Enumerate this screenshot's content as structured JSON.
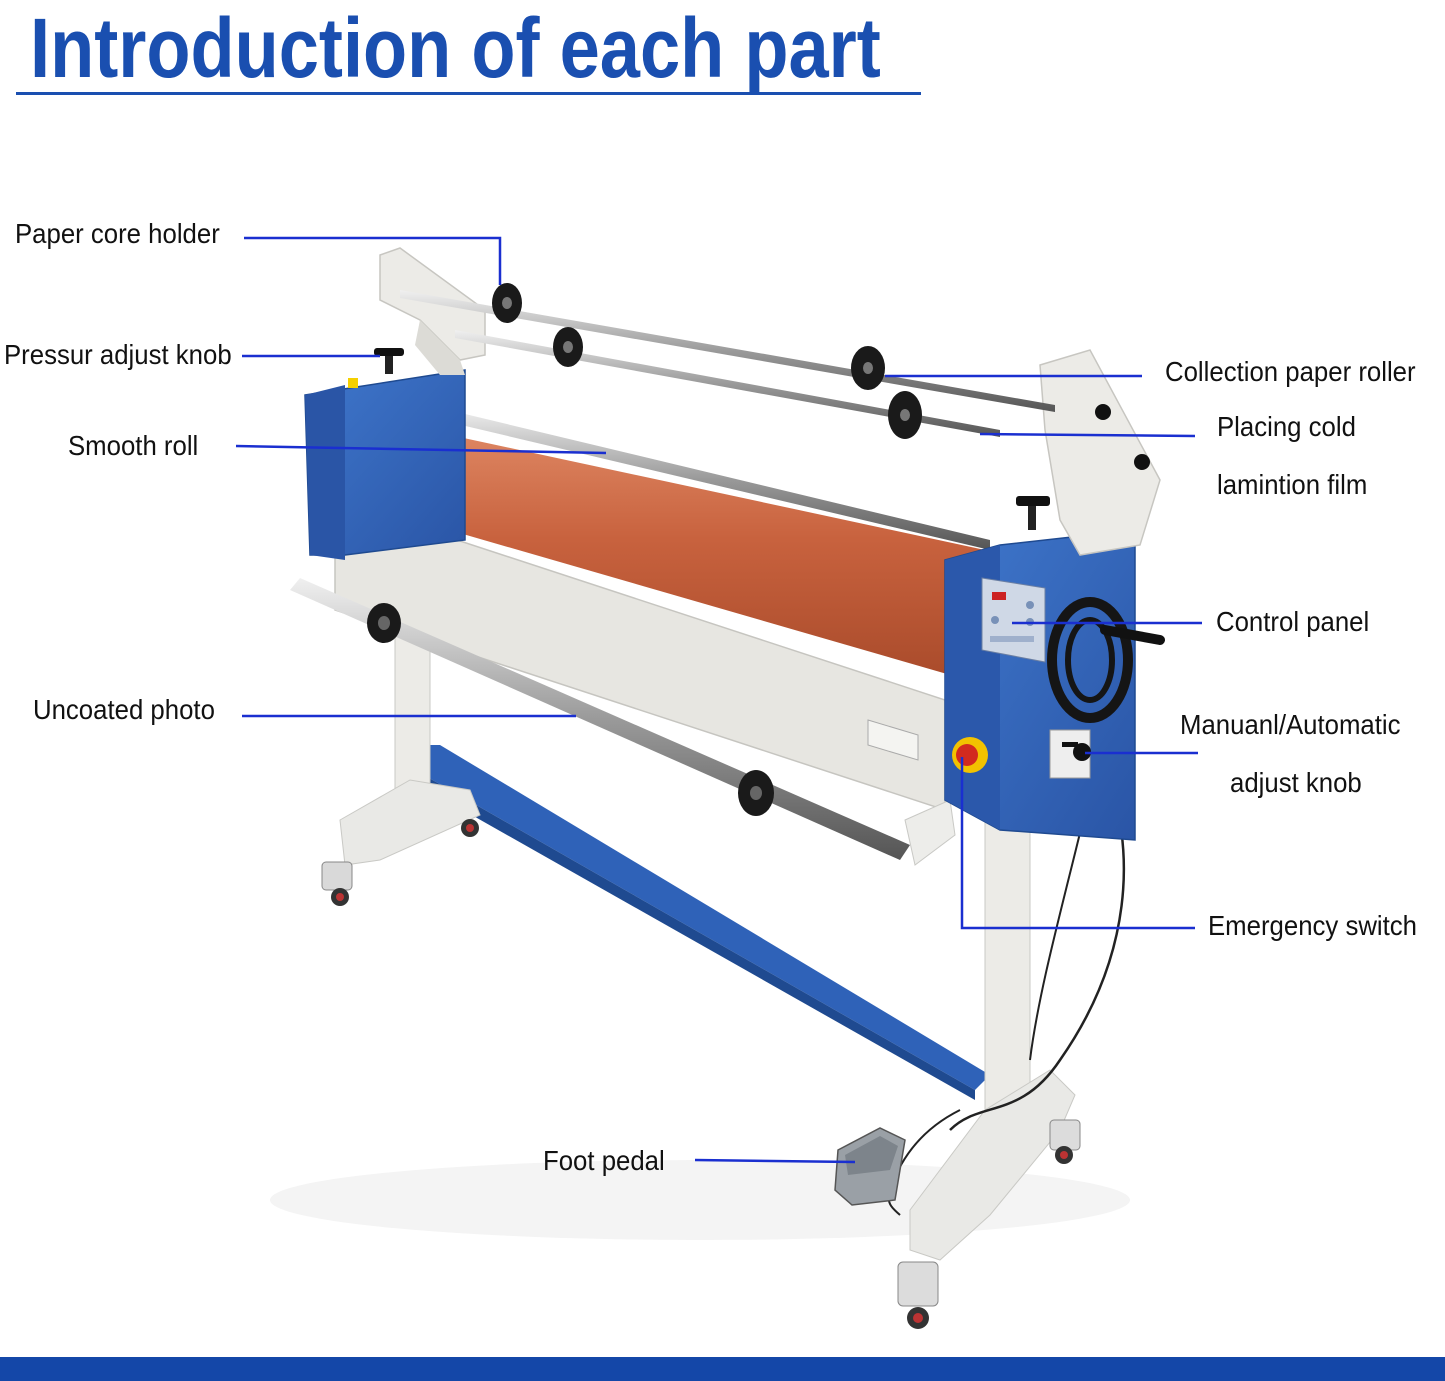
{
  "title": "Introduction of each part",
  "colors": {
    "accent": "#1a4fb0",
    "leader": "#1a2fd0",
    "machine_blue": "#2f62b8",
    "roller_orange": "#c8623e",
    "frame_white": "#e9e9e6"
  },
  "labels": {
    "paper_core_holder": "Paper core holder",
    "pressure_adjust_knob": "Pressur adjust knob",
    "smooth_roll": "Smooth roll",
    "uncoated_photo": "Uncoated photo",
    "collection_paper_roller": "Collection paper roller",
    "placing_film_line1": "Placing cold",
    "placing_film_line2": "lamintion film",
    "control_panel": "Control panel",
    "manual_auto_line1": "Manuanl/Automatic",
    "manual_auto_line2": "adjust knob",
    "emergency_switch": "Emergency switch",
    "foot_pedal": "Foot pedal"
  }
}
